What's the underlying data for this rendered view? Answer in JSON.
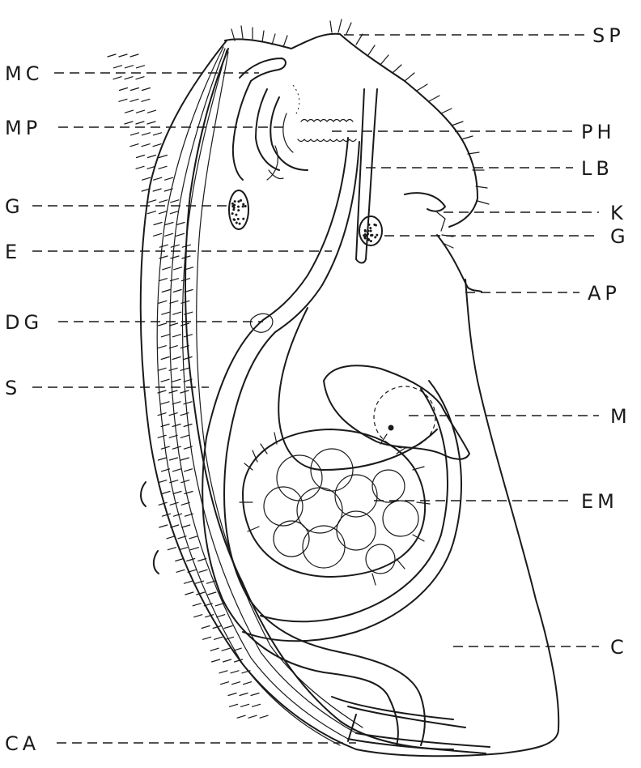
{
  "figure": {
    "labels_left": {
      "mc": "MC",
      "mp": "MP",
      "g": "G",
      "e": "E",
      "dg": "DG",
      "s": "S",
      "ca": "CA"
    },
    "labels_right": {
      "sp": "SP",
      "ph": "PH",
      "lb": "LB",
      "k": "K",
      "g": "G",
      "ap": "AP",
      "m": "M",
      "em": "EM",
      "c": "C"
    }
  }
}
